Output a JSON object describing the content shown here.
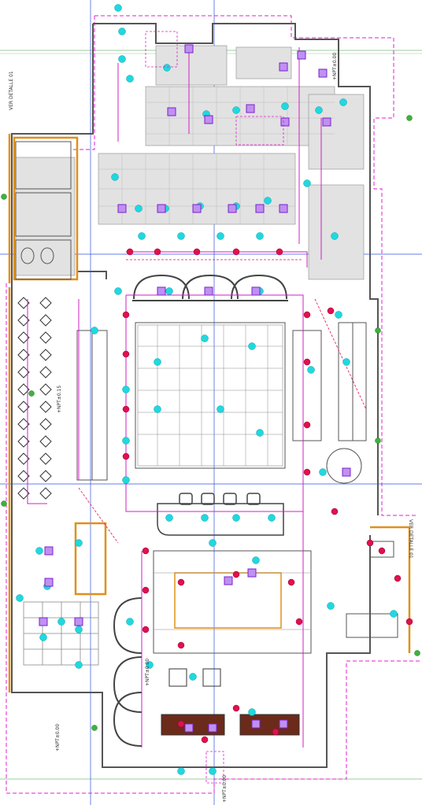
{
  "drawing": {
    "labels": {
      "level_top": "+NPT±0.00",
      "level_mid": "+NPT±0.15",
      "level_bottom_left": "+NPT±0.00",
      "level_bottom": "+NPT±0.00",
      "level_right": "+NPT±0.00",
      "section_left": "VER DETALLE 01",
      "section_right": "VER DETALLE 01"
    }
  },
  "legend_colors": {
    "wall": "#555555",
    "partition": "#8a8a8a",
    "dashed_boundary": "#e020d0",
    "orange_wall": "#e0901a",
    "grid_green": "#3a9a3a",
    "cyan_marker": "#20d8e0",
    "red_marker": "#e01050",
    "purple_fixture": "#7a20d0",
    "yellow_note": "#e0c000",
    "blue_axis": "#3050e0"
  }
}
